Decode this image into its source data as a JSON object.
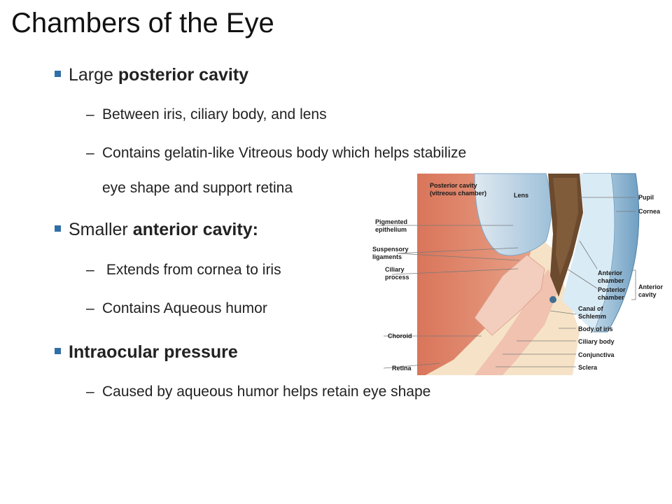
{
  "slide": {
    "title": "Chambers of the Eye",
    "bullets": [
      {
        "prefix": "Large ",
        "emphasis": "posterior cavity",
        "suffix": "",
        "subs": [
          "Between iris, ciliary body, and lens",
          "Contains gelatin-like Vitreous body which helps stabilize",
          "eye shape and support retina"
        ]
      },
      {
        "prefix": "Smaller ",
        "emphasis": "anterior cavity:",
        "suffix": "",
        "subs": [
          " Extends from cornea to iris",
          "Contains Aqueous humor"
        ]
      },
      {
        "prefix": "",
        "emphasis": "Intraocular pressure",
        "suffix": "",
        "subs": [
          "Caused by aqueous humor helps retain eye shape"
        ]
      }
    ],
    "dash_glyph": "–"
  },
  "figure": {
    "labels": {
      "posterior_cavity": "Posterior cavity",
      "vitreous_chamber": "(vitreous chamber)",
      "lens": "Lens",
      "pupil": "Pupil",
      "cornea": "Cornea",
      "pigmented": "Pigmented",
      "epithelium": "epithelium",
      "suspensory": "Suspensory",
      "ligaments": "ligaments",
      "ciliary": "Ciliary",
      "process": "process",
      "anterior_chamber_1": "Anterior",
      "anterior_chamber_2": "chamber",
      "posterior_chamber_1": "Posterior",
      "posterior_chamber_2": "chamber",
      "anterior_cavity_1": "Anterior",
      "anterior_cavity_2": "cavity",
      "canal_1": "Canal of",
      "canal_2": "Schlemm",
      "body_of_iris": "Body of iris",
      "ciliary_body": "Ciliary body",
      "choroid": "Choroid",
      "conjunctiva": "Conjunctiva",
      "retina": "Retina",
      "sclera": "Sclera"
    },
    "colors": {
      "bullet": "#2f6fa6",
      "vitreous": "#e38a6e",
      "cornea": "#b9d6e8",
      "iris": "#6b4a2e",
      "ciliary": "#f2c9b8",
      "sclera": "#f6e7c9"
    }
  }
}
